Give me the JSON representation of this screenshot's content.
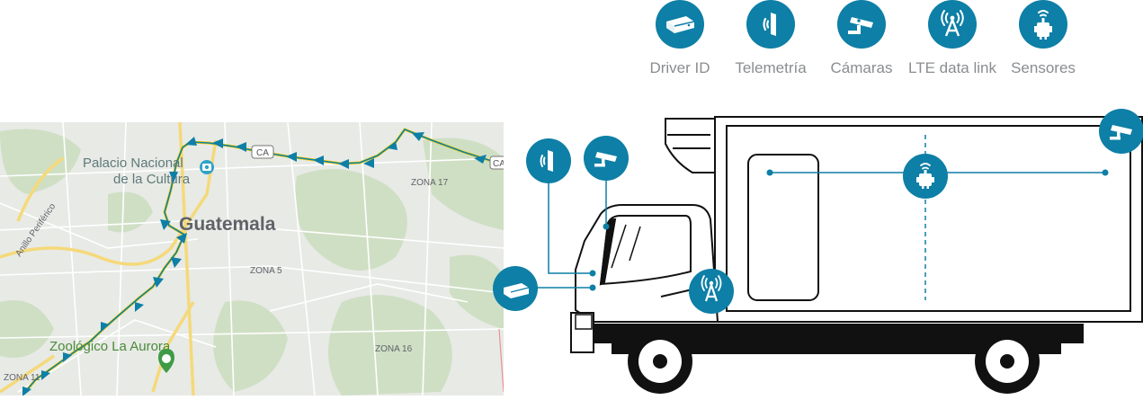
{
  "legend": {
    "items": [
      {
        "label": "Driver ID",
        "icon": "driver-id-device-icon"
      },
      {
        "label": "Telemetría",
        "icon": "telemetry-icon"
      },
      {
        "label": "Cámaras",
        "icon": "camera-icon"
      },
      {
        "label": "LTE data link",
        "icon": "lte-antenna-icon"
      },
      {
        "label": "Sensores",
        "icon": "sensor-icon"
      }
    ],
    "accent_color": "#0e7fa6",
    "label_color": "#8a8d90"
  },
  "map": {
    "city_label": "Guatemala",
    "poi_palacio": "Palacio Nacional de la Cultura",
    "poi_palacio_line1": "Palacio Nacional",
    "poi_palacio_line2": "de la Cultura",
    "poi_zoo": "Zoológico La Aurora",
    "zone_17": "ZONA 17",
    "zone_5": "ZONA 5",
    "zone_16": "ZONA 16",
    "zone_11": "ZONA 11",
    "road_anillo": "Anillo Periférico",
    "road_ca_left": "CA",
    "road_ca_right": "CA",
    "route_color": "#0e7fa6"
  },
  "truck": {
    "accent_color": "#0e7fa6"
  }
}
